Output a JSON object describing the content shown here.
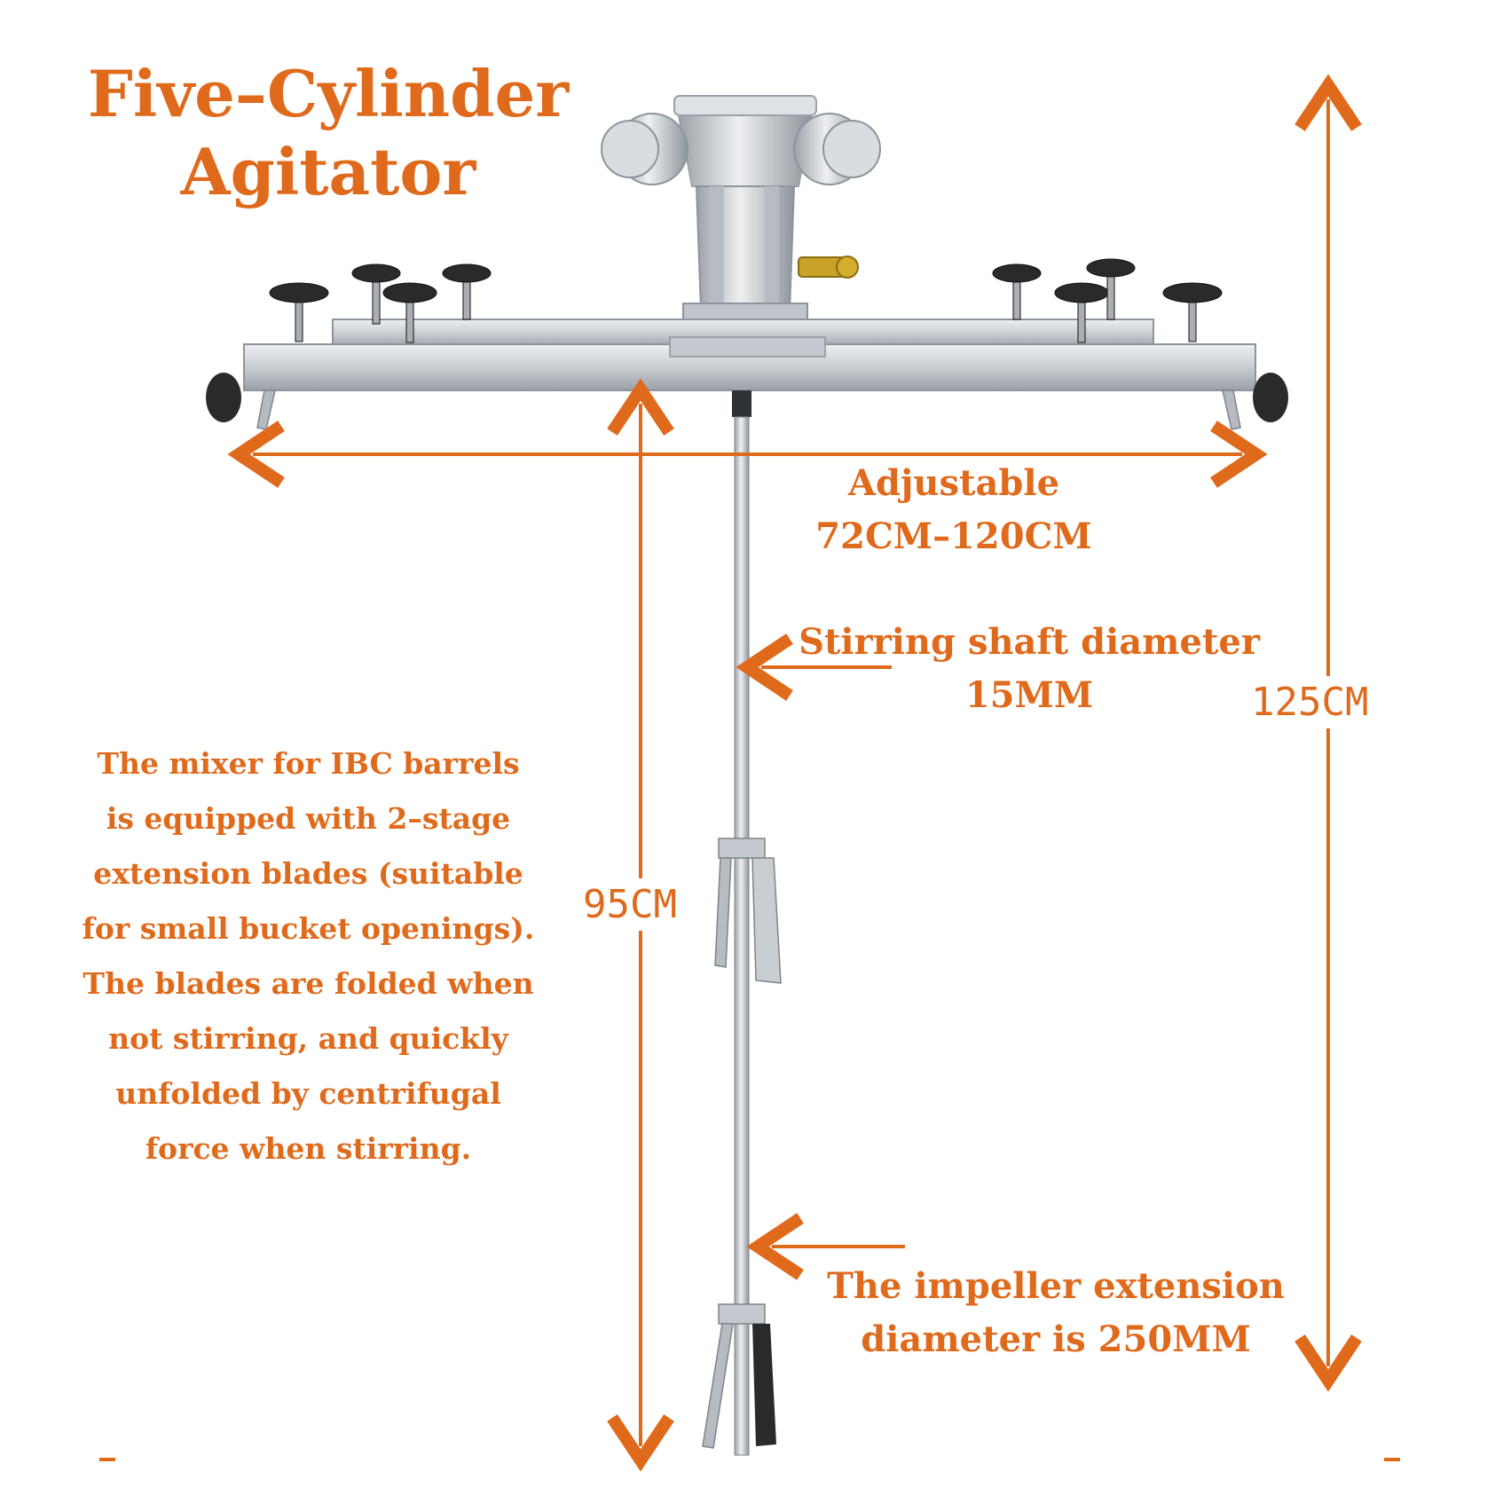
{
  "title": [
    "Five–Cylinder",
    "Agitator"
  ],
  "adjustable": [
    "Adjustable",
    "72CM–120CM"
  ],
  "shaft": [
    "Stirring shaft diameter",
    "15MM"
  ],
  "impeller": [
    "The impeller extension",
    "diameter is 250MM"
  ],
  "description": [
    "The mixer for IBC barrels",
    "is equipped with 2–stage",
    "extension blades (suitable",
    "for small bucket openings).",
    "The blades are folded when",
    "not stirring, and quickly",
    "unfolded by centrifugal",
    "force when stirring."
  ],
  "dimensions": {
    "total_height": "125CM",
    "shaft_length": "95CM"
  },
  "colors": {
    "accent": "#e06a1c",
    "metal": "#c9ced3",
    "knob": "#2a2a2a"
  },
  "icons": [
    "agitator-product-image",
    "dimension-arrow-icon"
  ]
}
